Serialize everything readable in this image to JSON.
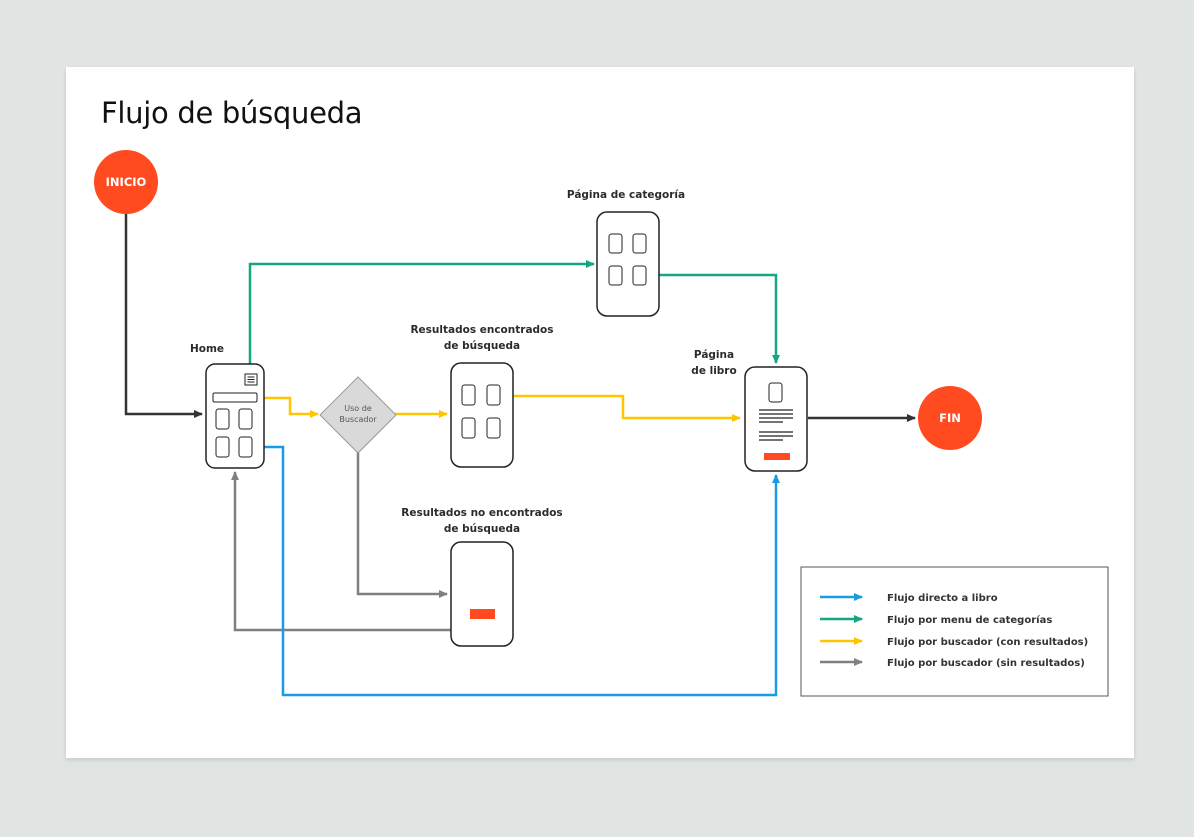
{
  "title": "Flujo de búsqueda",
  "colors": {
    "accent": "#ff4b1f",
    "blue": "#1a9be6",
    "green": "#11a882",
    "yellow": "#ffc600",
    "gray": "#808080",
    "dark": "#333333"
  },
  "nodes": {
    "start": {
      "label": "INICIO",
      "shape": "circle"
    },
    "home": {
      "label": "Home",
      "shape": "phone-screen"
    },
    "search_decision": {
      "label_line1": "Uso de",
      "label_line2": "Buscador",
      "shape": "diamond"
    },
    "category_page": {
      "label": "Página de categoría",
      "shape": "phone-screen"
    },
    "results_found": {
      "label_line1": "Resultados encontrados",
      "label_line2": "de búsqueda",
      "shape": "phone-screen"
    },
    "results_not_found": {
      "label_line1": "Resultados no encontrados",
      "label_line2": "de búsqueda",
      "shape": "phone-screen"
    },
    "book_page": {
      "label_line1": "Página",
      "label_line2": "de libro",
      "shape": "phone-screen"
    },
    "end": {
      "label": "FIN",
      "shape": "circle"
    }
  },
  "edges": [
    {
      "from": "start",
      "to": "home",
      "color": "dark"
    },
    {
      "from": "home",
      "to": "category_page",
      "color": "green"
    },
    {
      "from": "category_page",
      "to": "book_page",
      "color": "green"
    },
    {
      "from": "home",
      "to": "search_decision",
      "color": "yellow"
    },
    {
      "from": "search_decision",
      "to": "results_found",
      "color": "yellow"
    },
    {
      "from": "results_found",
      "to": "book_page",
      "color": "yellow"
    },
    {
      "from": "search_decision",
      "to": "results_not_found",
      "color": "gray"
    },
    {
      "from": "results_not_found",
      "to": "home",
      "color": "gray"
    },
    {
      "from": "home",
      "to": "book_page",
      "color": "blue"
    },
    {
      "from": "book_page",
      "to": "end",
      "color": "dark"
    }
  ],
  "legend": [
    {
      "label": "Flujo directo a libro",
      "color": "blue"
    },
    {
      "label": "Flujo por menu de categorías",
      "color": "green"
    },
    {
      "label": "Flujo por buscador (con resultados)",
      "color": "yellow"
    },
    {
      "label": "Flujo por buscador (sin resultados)",
      "color": "gray"
    }
  ]
}
